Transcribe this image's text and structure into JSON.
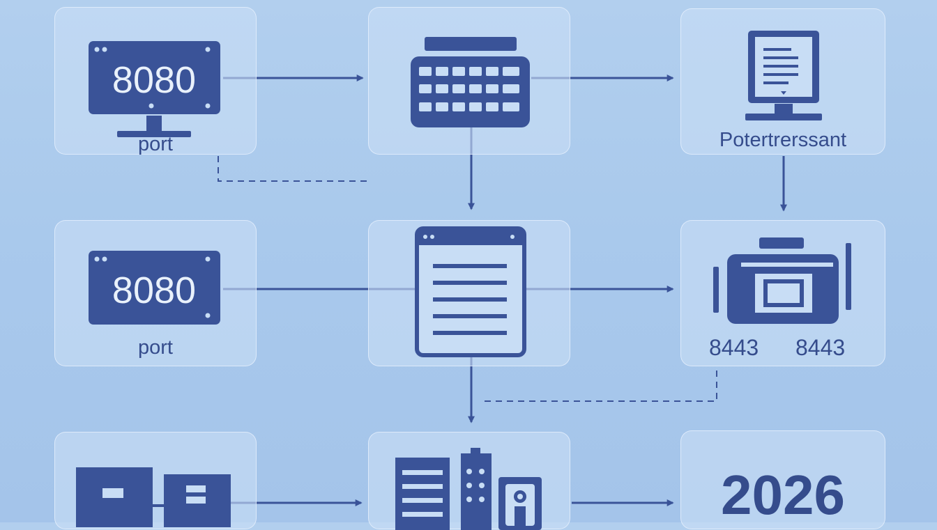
{
  "diagram": {
    "colors": {
      "ink": "#3a5398",
      "background": "#abcaec",
      "card": "#c8ddf5"
    },
    "nodes": [
      {
        "id": "n1",
        "icon": "monitor-icon",
        "screen_text": "8080",
        "label": "port"
      },
      {
        "id": "n2",
        "icon": "keyboard-icon",
        "label": ""
      },
      {
        "id": "n3",
        "icon": "monitor-document-icon",
        "label": "Potertrerssant"
      },
      {
        "id": "n4",
        "icon": "monitor-icon",
        "screen_text": "8080",
        "label": "port"
      },
      {
        "id": "n5",
        "icon": "browser-document-icon",
        "label": ""
      },
      {
        "id": "n6",
        "icon": "device-icon",
        "label_left": "8443",
        "label_right": "8443"
      },
      {
        "id": "n7",
        "icon": "server-blocks-icon",
        "label": ""
      },
      {
        "id": "n8",
        "icon": "buildings-icon",
        "label": ""
      },
      {
        "id": "n9",
        "icon": "",
        "label": "2026"
      }
    ],
    "connections": [
      {
        "from": "n1",
        "to": "n2",
        "style": "solid"
      },
      {
        "from": "n2",
        "to": "n3",
        "style": "solid"
      },
      {
        "from": "n2",
        "to": "n5",
        "style": "solid"
      },
      {
        "from": "n3",
        "to": "n6",
        "style": "solid"
      },
      {
        "from": "n4",
        "to": "n6",
        "style": "solid"
      },
      {
        "from": "n5",
        "to": "n8",
        "style": "solid"
      },
      {
        "from": "n7",
        "to": "n8",
        "style": "solid"
      },
      {
        "from": "n8",
        "to": "n9",
        "style": "solid"
      },
      {
        "from": "n1",
        "to": "n2",
        "style": "dashed"
      },
      {
        "from": "n6",
        "to": "n8",
        "style": "dashed"
      }
    ]
  }
}
